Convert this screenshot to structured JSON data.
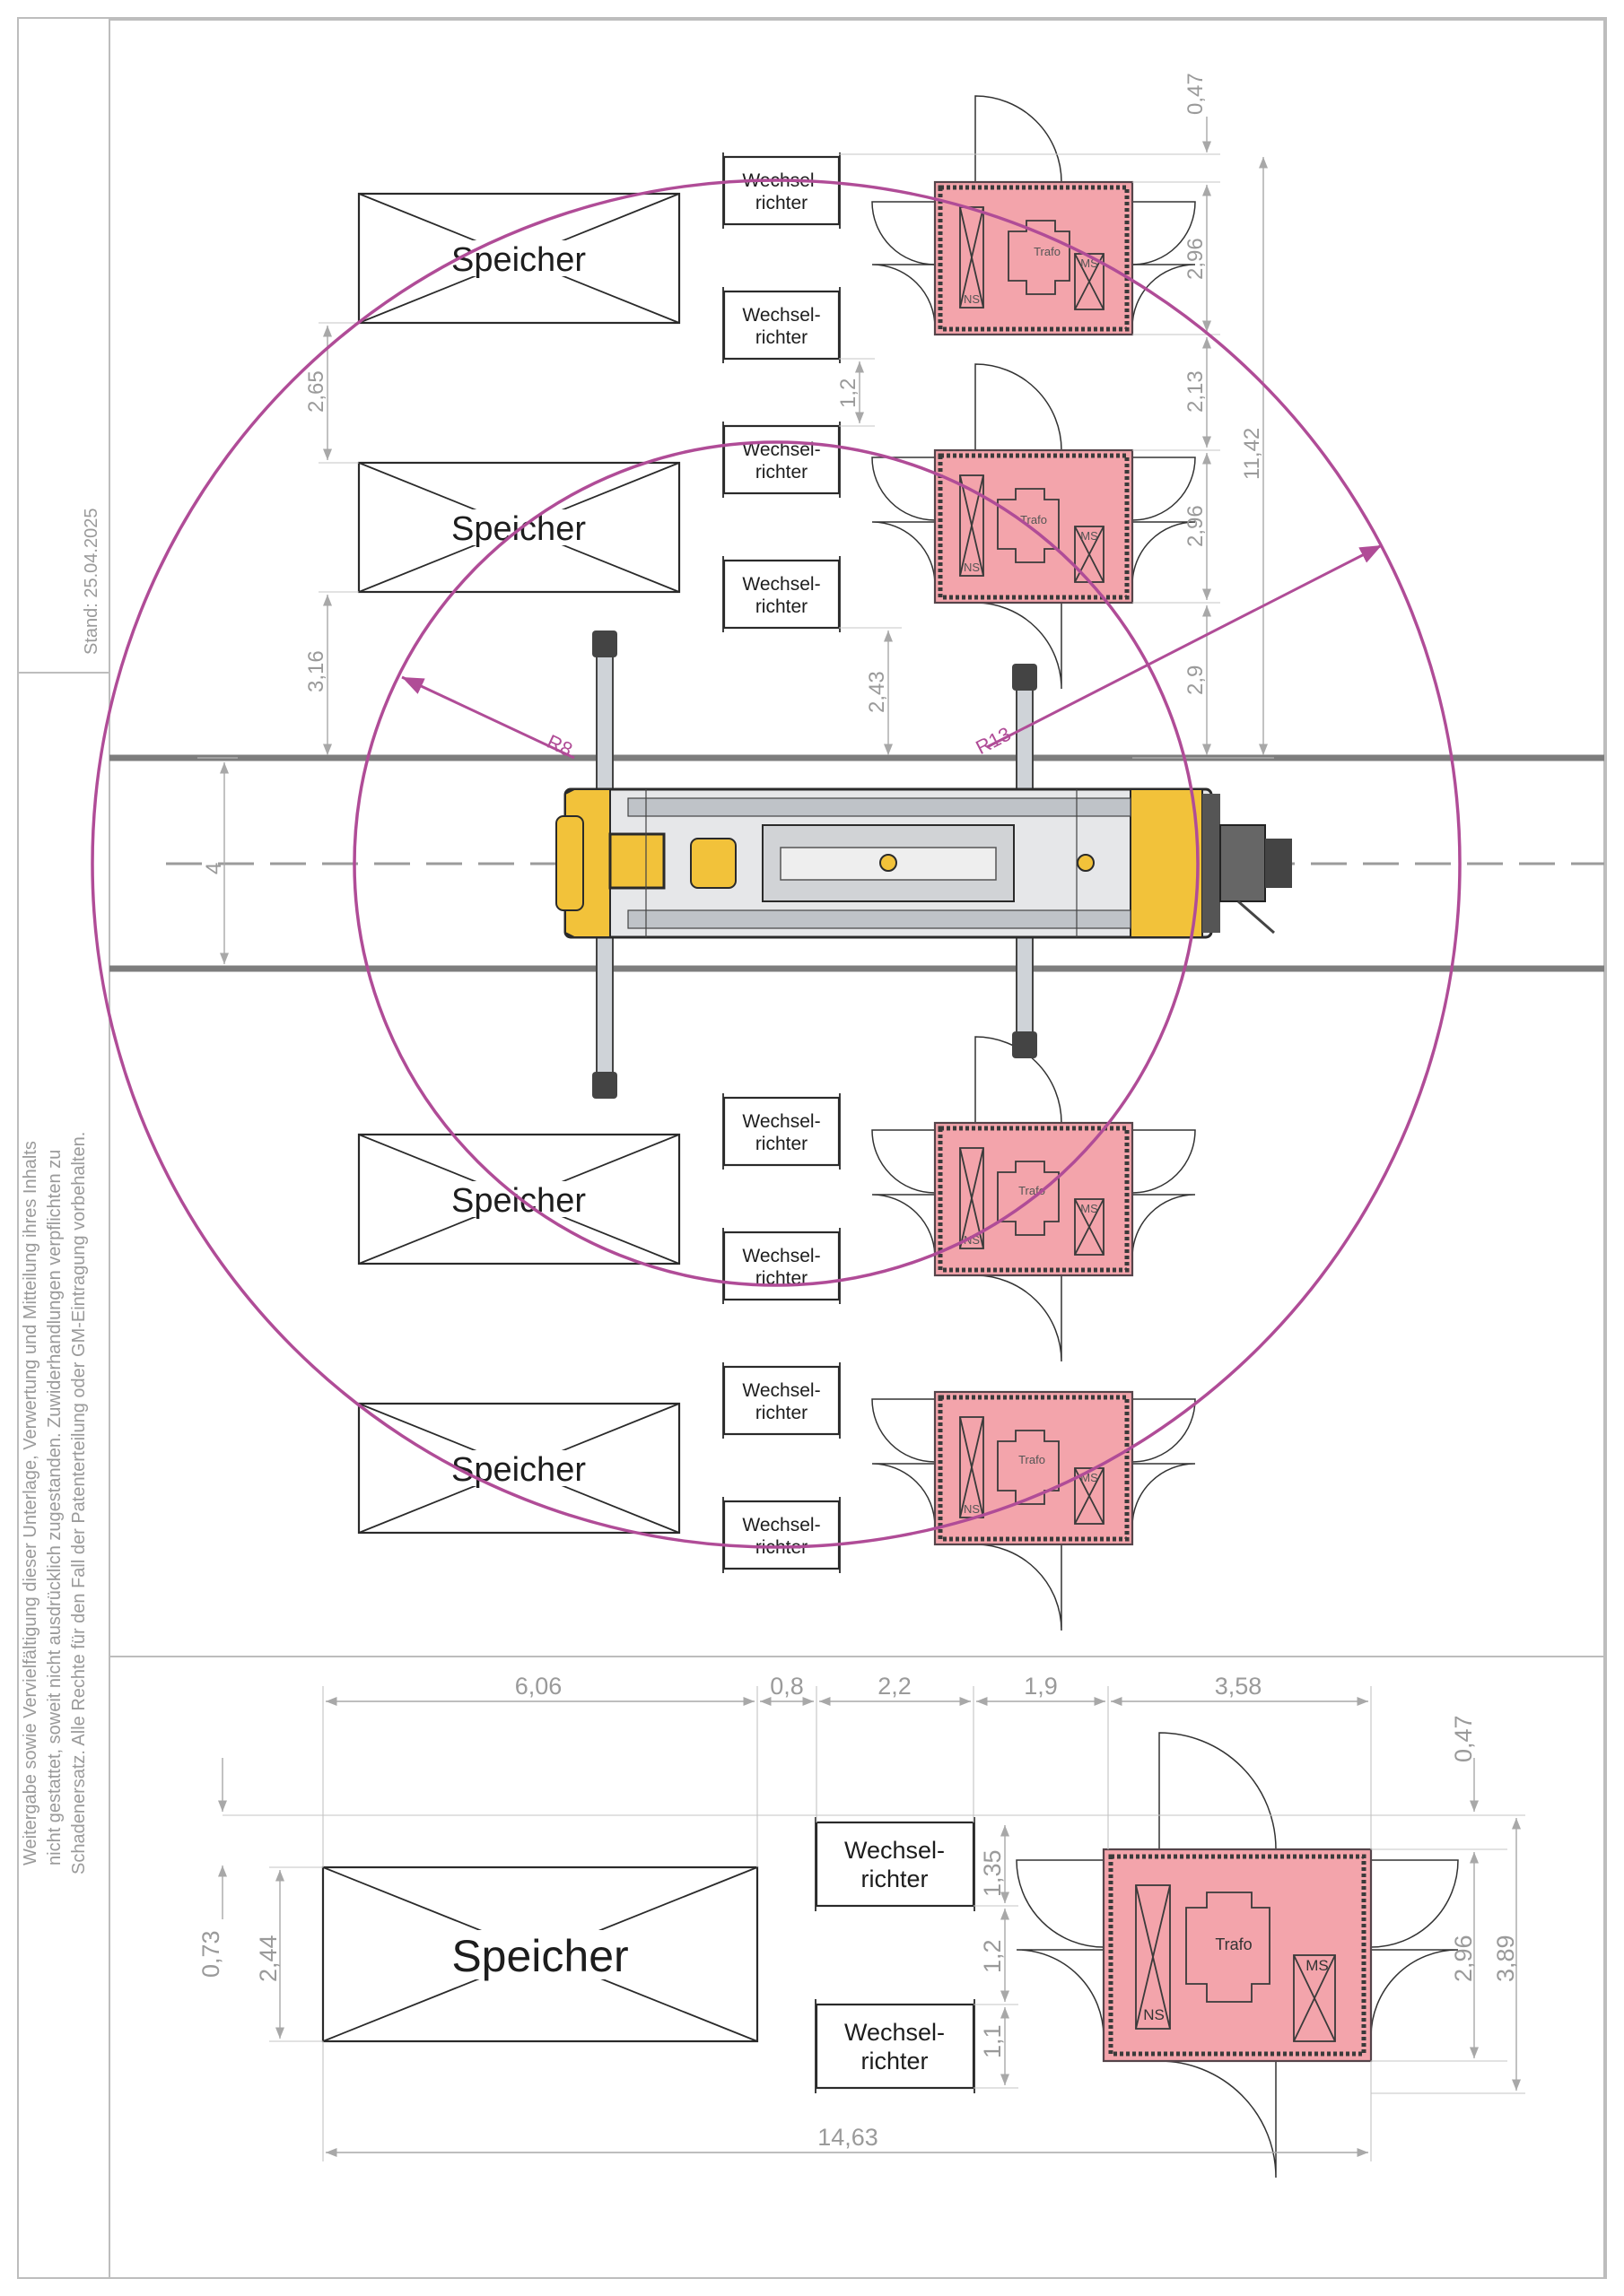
{
  "sidebar": {
    "stand": "Stand: 25.04.2025",
    "disclaimer_line1": "Weitergabe sowie Vervielfältigung dieser Unterlage, Verwertung und Mitteilung ihres Inhalts",
    "disclaimer_line2": "nicht gestattet, soweit nicht ausdrücklich zugestanden. Zuwiderhandlungen verpflichten zu",
    "disclaimer_line3": "Schadenersatz. Alle Rechte für den Fall der Patenterteilung oder GM-Eintragung vorbehalten."
  },
  "labels": {
    "storage": "Speicher",
    "inverter_line1": "Wechsel-",
    "inverter_line2": "richter",
    "transformer": "Trafo",
    "low_voltage": "NS",
    "medium_voltage": "MS"
  },
  "crane": {
    "radius_inner": "R8",
    "radius_outer": "R13"
  },
  "dimensions_top": {
    "d_047": "0,47",
    "d_296a": "2,96",
    "d_213": "2,13",
    "d_296b": "2,96",
    "d_29": "2,9",
    "d_1142": "11,42",
    "d_265": "2,65",
    "d_316": "3,16",
    "d_12": "1,2",
    "d_243": "2,43",
    "d_road": "4"
  },
  "dimensions_detail": {
    "d_606": "6,06",
    "d_08": "0,8",
    "d_22": "2,2",
    "d_19": "1,9",
    "d_358": "3,58",
    "d_047": "0,47",
    "d_135": "1,35",
    "d_12": "1,2",
    "d_11": "1,1",
    "d_296": "2,96",
    "d_389": "3,89",
    "d_073": "0,73",
    "d_244": "2,44",
    "d_1463": "14,63"
  },
  "colors": {
    "station_fill": "#f3a4ab",
    "radius_ring": "#b04c97",
    "crane_body": "#f2c23a",
    "dimension": "#9a9a9a"
  }
}
